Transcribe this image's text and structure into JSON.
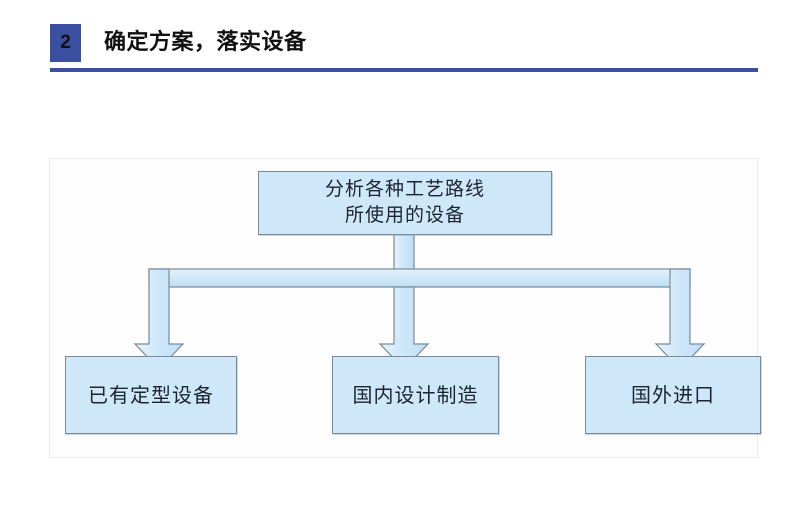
{
  "header": {
    "badge_number": "2",
    "title": "确定方案，落实设备",
    "accent_color": "#3b4fa0",
    "rule_color": "#3b4fa0"
  },
  "diagram": {
    "box_fill": "#cfe8f9",
    "box_border": "#7b8a99",
    "connector_fill": "#cfe8f9",
    "connector_border": "#7b8a99",
    "frame_border": "#ececec",
    "top_box": {
      "line1": "分析各种工艺路线",
      "line2": "所使用的设备"
    },
    "branches": [
      {
        "label": "已有定型设备"
      },
      {
        "label": "国内设计制造"
      },
      {
        "label": "国外进口"
      }
    ]
  }
}
